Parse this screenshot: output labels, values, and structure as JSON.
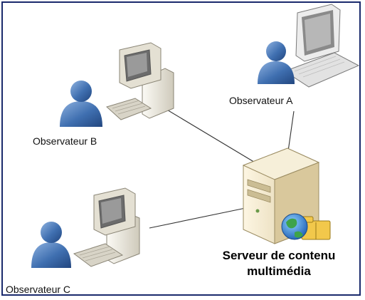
{
  "nodes": {
    "observer_a": {
      "label": "Observateur A"
    },
    "observer_b": {
      "label": "Observateur B"
    },
    "observer_c": {
      "label": "Observateur C"
    },
    "server": {
      "label_line1": "Serveur de contenu",
      "label_line2": "multimédia"
    }
  },
  "colors": {
    "frame_border": "#1a2a6c",
    "link_line": "#333333",
    "person_blue": "#3f6fb0",
    "computer_beige": "#e9e6dc",
    "server_beige": "#efe3c0"
  }
}
